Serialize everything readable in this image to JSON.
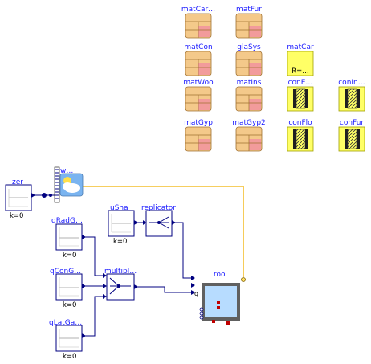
{
  "records": [
    {
      "name": "matCar…",
      "kind": "material"
    },
    {
      "name": "matFur",
      "kind": "material"
    },
    {
      "name": "matCon",
      "kind": "material"
    },
    {
      "name": "glaSys",
      "kind": "material"
    },
    {
      "name": "matCar",
      "kind": "record",
      "param": "R=…"
    },
    {
      "name": "matWoo",
      "kind": "material"
    },
    {
      "name": "matIns",
      "kind": "material"
    },
    {
      "name": "conE…",
      "kind": "construction"
    },
    {
      "name": "conIn…",
      "kind": "construction"
    },
    {
      "name": "matGyp",
      "kind": "material"
    },
    {
      "name": "matGyp2",
      "kind": "material"
    },
    {
      "name": "conFlo",
      "kind": "construction"
    },
    {
      "name": "conFur",
      "kind": "construction"
    }
  ],
  "blocks": {
    "zer": {
      "label": "zer",
      "param": "k=0"
    },
    "weather": {
      "label": "w…"
    },
    "qRadGai": {
      "label": "qRadG…",
      "param": "k=0"
    },
    "qConGai": {
      "label": "qConG…",
      "param": "k=0"
    },
    "qLatGai": {
      "label": "qLatGa…",
      "param": "k=0"
    },
    "uSha": {
      "label": "uSha",
      "param": "k=0"
    },
    "replicator": {
      "label": "replicator"
    },
    "multiplex": {
      "label": "multipl…"
    },
    "roo": {
      "label": "roo"
    }
  },
  "port_labels": {
    "q": "q"
  },
  "colors": {
    "material_fill": "#f4c98a",
    "material_accent": "#f29b9b",
    "record_fill": "#ffff66",
    "connector_blue": "#000080",
    "weather_bus": "#f0b000",
    "room_frame": "#606060",
    "room_fill": "#b7dcff",
    "label_blue": "#1a1aff"
  }
}
